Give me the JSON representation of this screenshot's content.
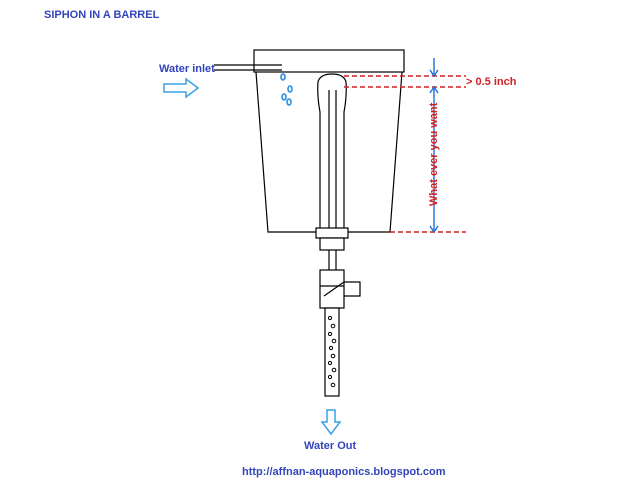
{
  "title": "SIPHON IN A BARREL",
  "labels": {
    "water_inlet": "Water inlet",
    "water_out": "Water Out",
    "gap": "> 0.5 inch",
    "height": "What ever you want",
    "url": "http://affnan-aquaponics.blogspot.com"
  },
  "colors": {
    "label_blue": "#3344bb",
    "dimension_red": "#d32020",
    "arrow_blue": "#1e6fd9",
    "water_arrow": "#3aa0e6",
    "bubble": "#2c8fe0",
    "outline": "#000000"
  }
}
